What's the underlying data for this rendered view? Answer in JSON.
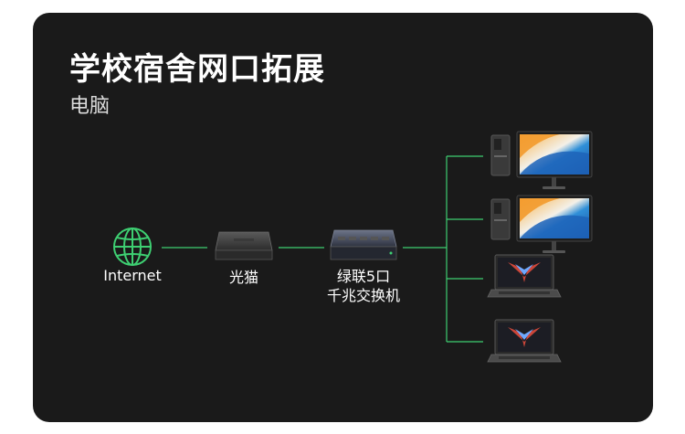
{
  "header": {
    "title": "学校宿舍网口拓展",
    "subtitle": "电脑"
  },
  "nodes": {
    "internet": "Internet",
    "modem": "光猫",
    "switch_line1": "绿联5口",
    "switch_line2": "千兆交换机"
  },
  "colors": {
    "background": "#1a1a1a",
    "connector": "#3ecf72",
    "globe": "#3ecf72"
  },
  "icons": [
    "globe-icon",
    "modem-icon",
    "switch-icon",
    "desktop-pc-icon",
    "laptop-icon"
  ]
}
